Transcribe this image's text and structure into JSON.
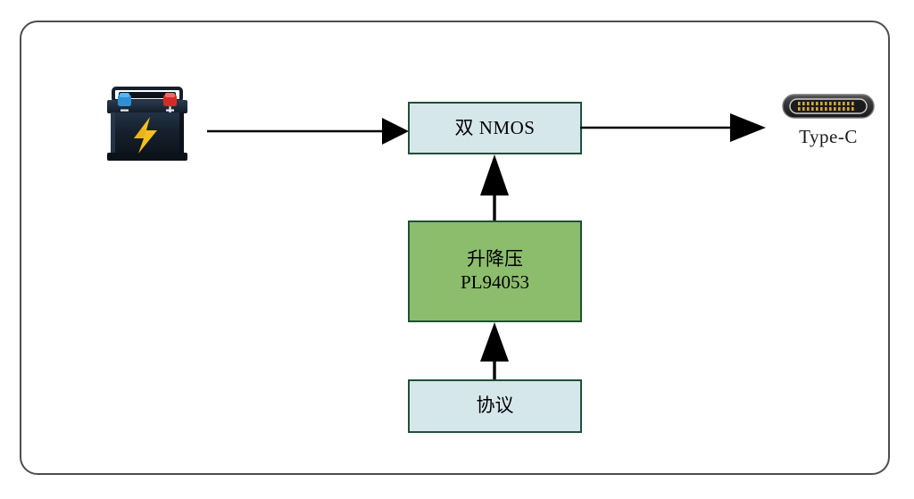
{
  "diagram": {
    "type": "block-diagram",
    "title": "",
    "frame": {
      "border_color": "#4d4d4f",
      "background": "#ffffff",
      "corner_radius": "20px"
    },
    "blocks": [
      {
        "id": "nmos",
        "line1": "双  NMOS",
        "line2": "",
        "fill": "#d6e7ec",
        "border": "#1f5135"
      },
      {
        "id": "buck-boost",
        "line1": "升降压",
        "line2": "PL94053",
        "fill": "#8cbd6d",
        "border": "#1f5135"
      },
      {
        "id": "protocol",
        "line1": "协议",
        "line2": "",
        "fill": "#d6e7ec",
        "border": "#1f5135"
      }
    ],
    "nodes": [
      {
        "id": "battery",
        "icon": "battery-icon",
        "label": ""
      },
      {
        "id": "typec",
        "icon": "usb-type-c-port-icon",
        "label": "Type-C"
      }
    ],
    "connections": [
      {
        "id": "battery-to-nmos",
        "from": "battery",
        "to": "nmos",
        "direction": "right",
        "style": "solid-arrow"
      },
      {
        "id": "nmos-to-typec",
        "from": "nmos",
        "to": "typec",
        "direction": "right",
        "style": "solid-arrow"
      },
      {
        "id": "buckboost-to-nmos",
        "from": "buck-boost",
        "to": "nmos",
        "direction": "up",
        "style": "solid-arrow"
      },
      {
        "id": "protocol-to-buckboost",
        "from": "protocol",
        "to": "buck-boost",
        "direction": "up",
        "style": "solid-arrow"
      }
    ],
    "colors": {
      "box_fill_blue": "#d6e7ec",
      "box_fill_green": "#8cbd6d",
      "box_border_green": "#1f5135",
      "arrow": "#000000",
      "frame": "#4d4d4f",
      "battery_body": "#17212e",
      "battery_terminal_positive": "#d52b28",
      "battery_terminal_negative": "#2f8fd6",
      "battery_bolt": "#f4c01e",
      "typec_shell": "#3a3a3c",
      "typec_pin": "#d4a63c"
    }
  }
}
